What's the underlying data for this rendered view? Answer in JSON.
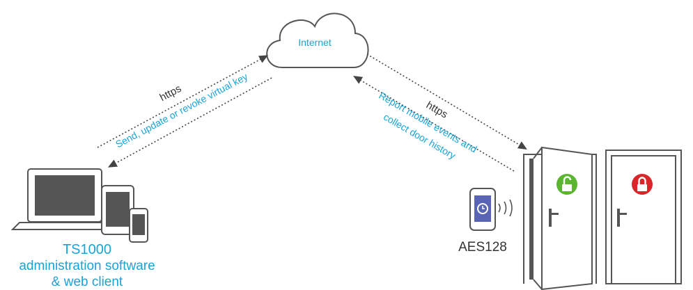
{
  "cloud": {
    "label": "Internet"
  },
  "left_link": {
    "protocol": "https",
    "action": "Send, update or revoke virtual key"
  },
  "right_link": {
    "protocol": "https",
    "action_line1": "Report mobile events and",
    "action_line2": "collect door history"
  },
  "client": {
    "caption_line1": "TS1000",
    "caption_line2": "administration software",
    "caption_line3": "& web client"
  },
  "phone": {
    "encryption_label": "AES128"
  },
  "colors": {
    "accent": "#1aa3d6",
    "unlocked": "#5cb531",
    "locked": "#d9262a",
    "phone_screen": "#5a64b4"
  }
}
